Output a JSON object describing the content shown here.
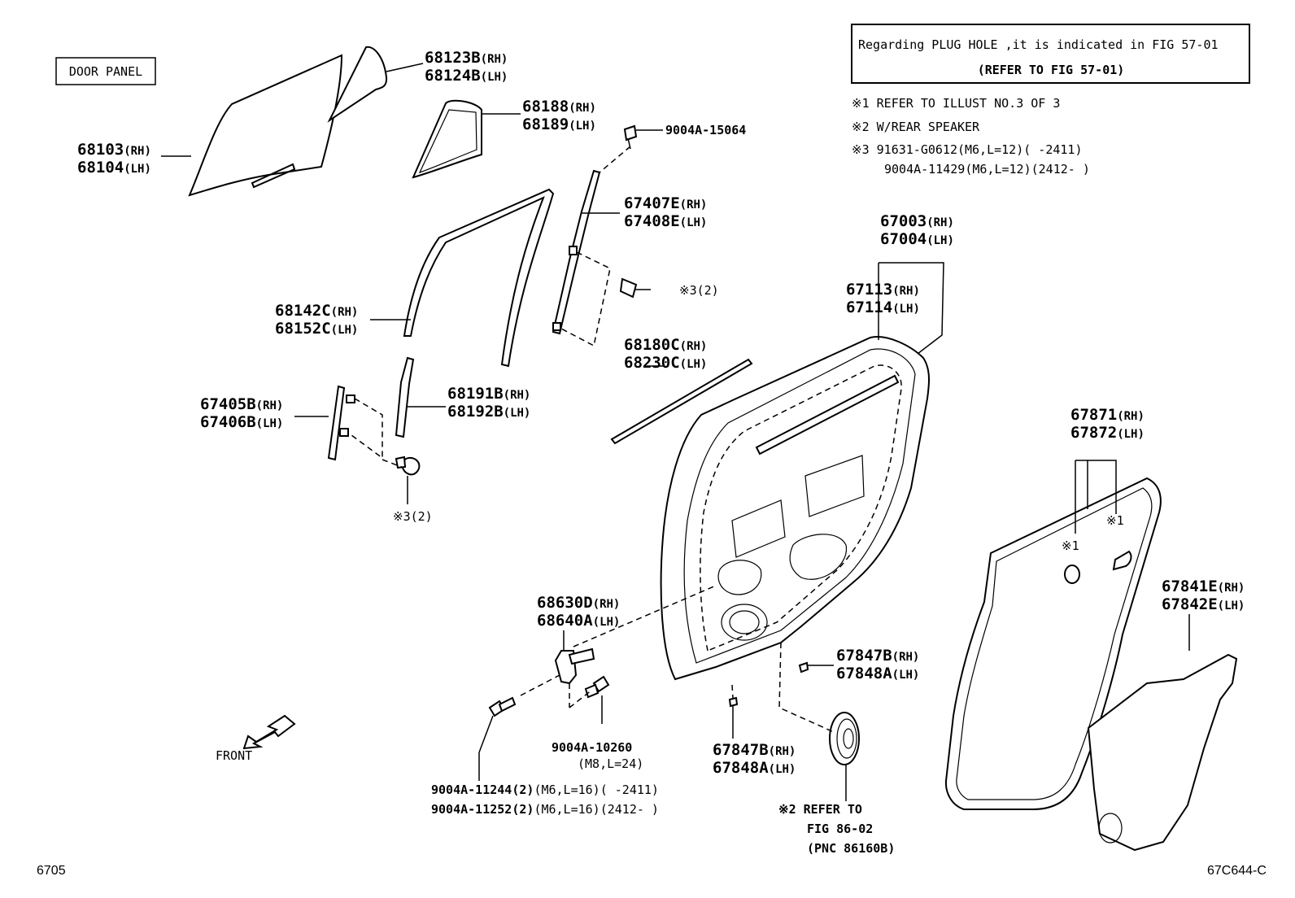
{
  "header_box": {
    "line1": "Regarding PLUG HOLE ,it is indicated in FIG 57-01",
    "line2": "(REFER TO FIG 57-01)"
  },
  "notes": [
    "※1 REFER TO ILLUST NO.3 OF 3",
    "※2 W/REAR SPEAKER",
    "※3 91631-G0612(M6,L=12)(     -2411)",
    "9004A-11429(M6,L=12)(2412-     )"
  ],
  "door_panel_label": "DOOR PANEL",
  "parts": {
    "p68123": {
      "rh": "68123B",
      "lh": "68124B"
    },
    "p68103": {
      "rh": "68103",
      "lh": "68104"
    },
    "p68188": {
      "rh": "68188",
      "lh": "68189"
    },
    "bolt_top": "9004A-15064",
    "p67407": {
      "rh": "67407E",
      "lh": "67408E"
    },
    "ref3_top": "※3(2)",
    "p67003": {
      "rh": "67003",
      "lh": "67004"
    },
    "p67113": {
      "rh": "67113",
      "lh": "67114"
    },
    "p68142": {
      "rh": "68142C",
      "lh": "68152C"
    },
    "p68180": {
      "rh": "68180C",
      "lh": "68230C"
    },
    "p67405": {
      "rh": "67405B",
      "lh": "67406B"
    },
    "p68191": {
      "rh": "68191B",
      "lh": "68192B"
    },
    "ref3_bottom": "※3(2)",
    "p67871": {
      "rh": "67871",
      "lh": "67872"
    },
    "ref1_a": "※1",
    "ref1_b": "※1",
    "p67841": {
      "rh": "67841E",
      "lh": "67842E"
    },
    "p68630": {
      "rh": "68630D",
      "lh": "68640A"
    },
    "p67847_upper": {
      "rh": "67847B",
      "lh": "67848A"
    },
    "p67847_lower": {
      "rh": "67847B",
      "lh": "67848A"
    },
    "bolt_hinge": {
      "pn": "9004A-10260",
      "spec": "(M8,L=24)"
    },
    "bolt_lower": [
      {
        "pn": "9004A-11244(2)",
        "spec": "(M6,L=16)(     -2411)"
      },
      {
        "pn": "9004A-11252(2)",
        "spec": "(M6,L=16)(2412-     )"
      }
    ],
    "speaker_ref": {
      "line1": "※2 REFER TO",
      "line2": "FIG 86-02",
      "line3": "(PNC 86160B)"
    }
  },
  "rh_suffix": "(RH)",
  "lh_suffix": "(LH)",
  "front_label": "FRONT",
  "page_number": "6705",
  "figure_code": "67C644-C"
}
